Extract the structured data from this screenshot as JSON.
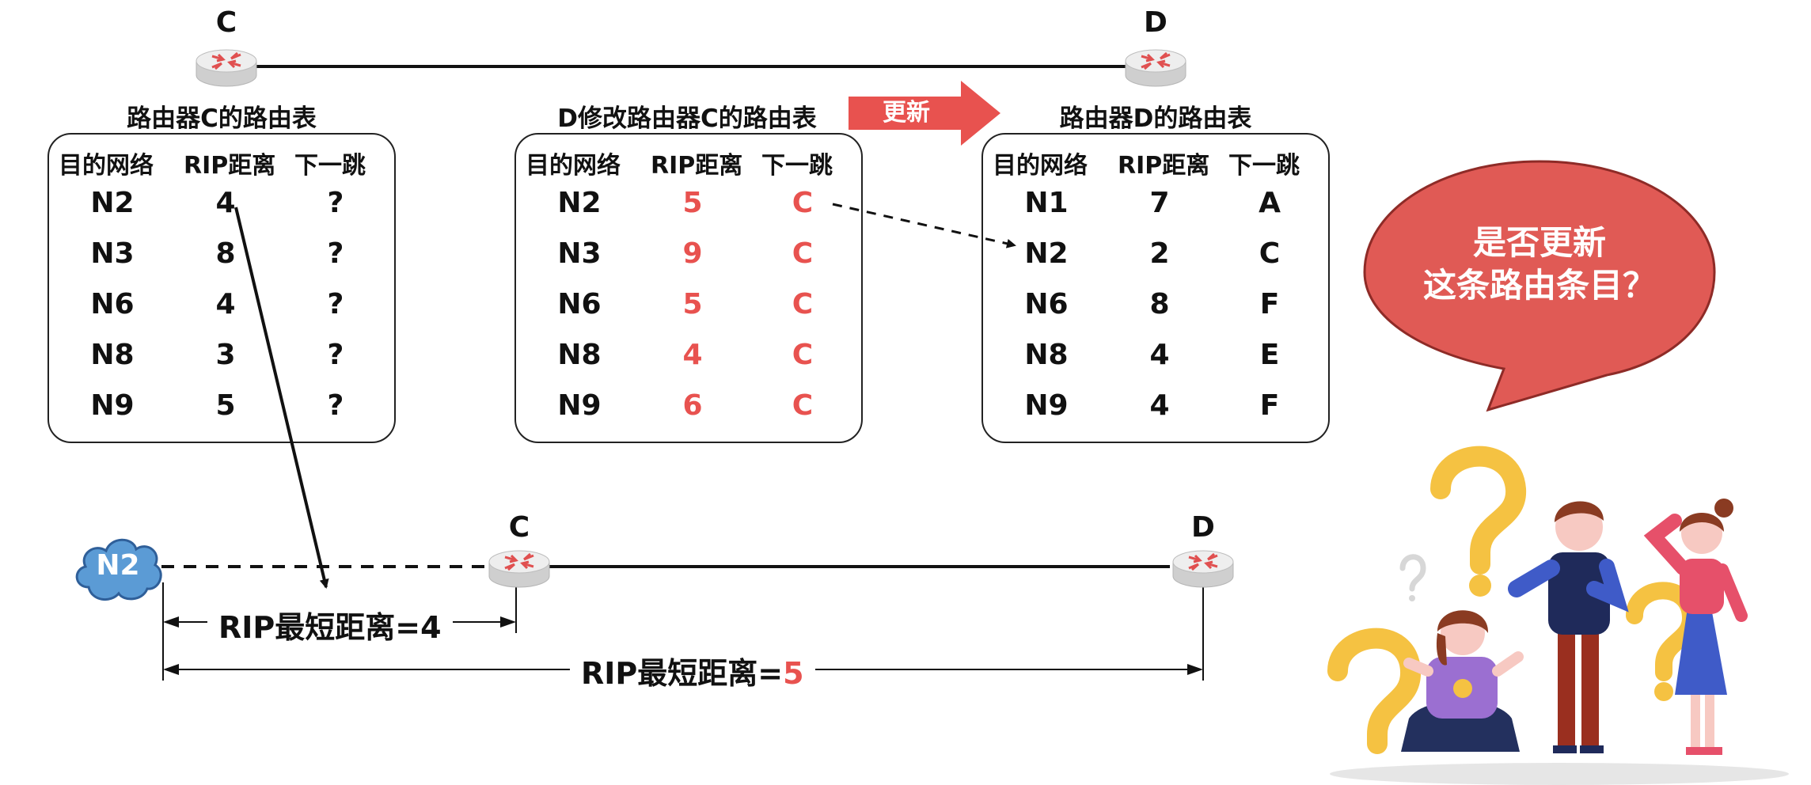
{
  "top_routers": {
    "left": "C",
    "right": "D"
  },
  "table_c": {
    "title": "路由器C的路由表",
    "headers": [
      "目的网络",
      "RIP距离",
      "下一跳"
    ],
    "rows": [
      [
        "N2",
        "4",
        "?"
      ],
      [
        "N3",
        "8",
        "?"
      ],
      [
        "N6",
        "4",
        "?"
      ],
      [
        "N8",
        "3",
        "?"
      ],
      [
        "N9",
        "5",
        "?"
      ]
    ]
  },
  "table_mod": {
    "title": "D修改路由器C的路由表",
    "headers": [
      "目的网络",
      "RIP距离",
      "下一跳"
    ],
    "rows": [
      [
        "N2",
        "5",
        "C"
      ],
      [
        "N3",
        "9",
        "C"
      ],
      [
        "N6",
        "5",
        "C"
      ],
      [
        "N8",
        "4",
        "C"
      ],
      [
        "N9",
        "6",
        "C"
      ]
    ]
  },
  "update_arrow": "更新",
  "table_d": {
    "title": "路由器D的路由表",
    "headers": [
      "目的网络",
      "RIP距离",
      "下一跳"
    ],
    "rows": [
      [
        "N1",
        "7",
        "A"
      ],
      [
        "N2",
        "2",
        "C"
      ],
      [
        "N6",
        "8",
        "F"
      ],
      [
        "N8",
        "4",
        "E"
      ],
      [
        "N9",
        "4",
        "F"
      ]
    ]
  },
  "bottom": {
    "network": "N2",
    "router_c": "C",
    "router_d": "D",
    "dist1": "RIP最短距离=4",
    "dist2_prefix": "RIP最短距离=",
    "dist2_value": "5"
  },
  "bubble": {
    "line1": "是否更新",
    "line2": "这条路由条目？"
  },
  "colors": {
    "accent_red": "#e8524f",
    "cloud_blue": "#5b9bd5",
    "question_yellow": "#f5c242"
  }
}
